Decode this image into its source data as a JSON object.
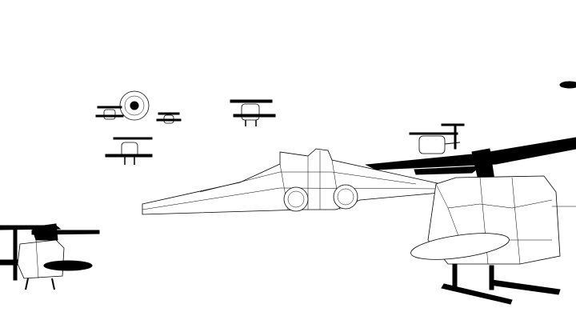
{
  "scene": {
    "background_color": "#ffffff",
    "line_color": "#000000",
    "objects": [
      "wireframe-jet",
      "helicopter-large",
      "helicopter-left",
      "helicopter-small-1",
      "helicopter-small-2",
      "helicopter-small-3",
      "helicopter-small-4",
      "helicopter-small-5",
      "radial-engine"
    ]
  }
}
